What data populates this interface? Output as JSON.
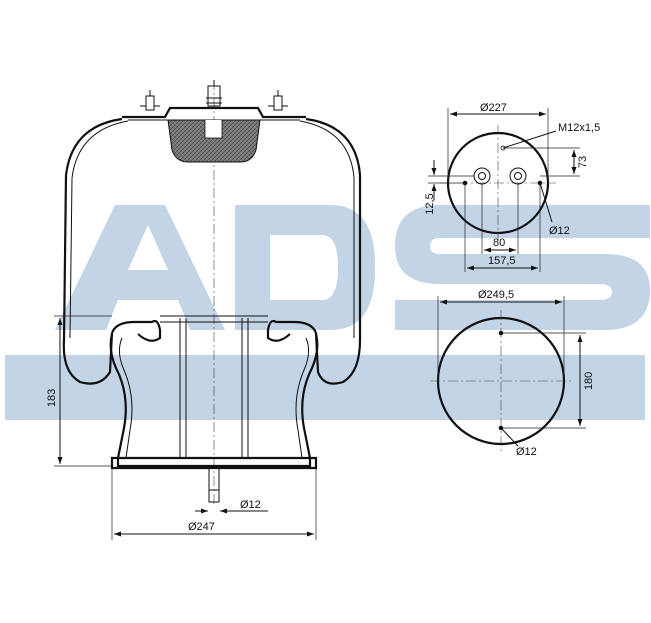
{
  "watermark": {
    "text": "ADS",
    "color": "#b9cce3"
  },
  "side_view": {
    "dim_height": "183",
    "dim_bottom_diameter": "Ø247",
    "dim_stud_diameter": "Ø12"
  },
  "top_plate_view": {
    "dim_diameter": "Ø227",
    "dim_thread": "M12x1,5",
    "dim_offset_vertical": "73",
    "dim_offset_small": "12,5",
    "dim_hole_diameter": "Ø12",
    "dim_spacing_inner": "80",
    "dim_spacing_outer": "157,5"
  },
  "bottom_plate_view": {
    "dim_diameter": "Ø249,5",
    "dim_spacing": "180",
    "dim_hole_diameter": "Ø12"
  }
}
